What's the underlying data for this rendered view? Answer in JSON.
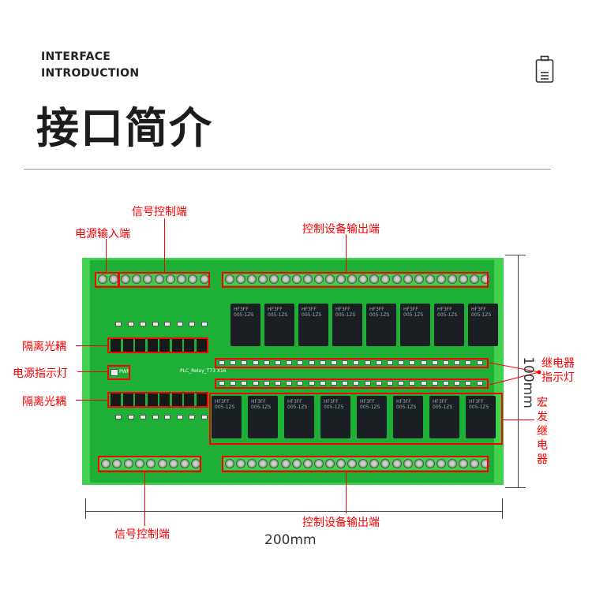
{
  "header": {
    "title_en_line1": "INTERFACE",
    "title_en_line2": "INTRODUCTION",
    "title_cn": "接口简介",
    "icon": "clipboard-icon"
  },
  "board": {
    "silk_model": "PLC_Relay_T73 X16",
    "relay_text": "HF3FF 005-1ZS",
    "power_led_label": "PWR"
  },
  "labels": {
    "signal_top": "信号控制端",
    "power_input": "电源输入端",
    "output_top": "控制设备输出端",
    "opto_top": "隔离光耦",
    "power_led": "电源指示灯",
    "opto_bottom": "隔离光耦",
    "relay_led_line1": "继电器",
    "relay_led_line2": "指示灯",
    "relay": "宏发继电器",
    "signal_bottom": "信号控制端",
    "output_bottom": "控制设备输出端"
  },
  "dimensions": {
    "width": "200mm",
    "height": "100mm"
  },
  "colors": {
    "annotation": "#ff0000",
    "pcb": "#1eb036"
  }
}
